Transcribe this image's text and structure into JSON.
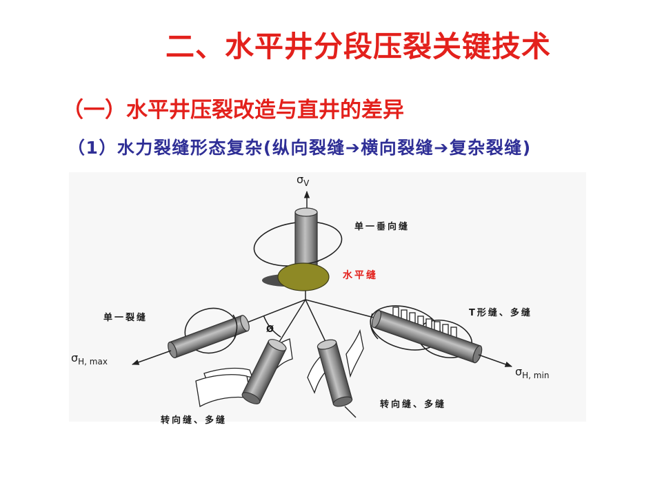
{
  "slide": {
    "title": "二、水平井分段压裂关键技术",
    "subtitle": "（一）水平井压裂改造与直井的差异",
    "point": "（1）水力裂缝形态复杂(纵向裂缝➔横向裂缝➔复杂裂缝)"
  },
  "diagram": {
    "labels": {
      "vertical_single": "单一垂向缝",
      "horizontal": "水平缝",
      "single": "单一裂缝",
      "t_shape_multi": "T形缝、多缝",
      "turning_multi_left": "转向缝、多缝",
      "turning_multi_right": "转向缝、多缝",
      "angle": "Ø"
    },
    "stress": {
      "vertical": {
        "symbol": "σ",
        "sub": "V"
      },
      "h_max": {
        "symbol": "σ",
        "sub": "H, max"
      },
      "h_min": {
        "symbol": "σ",
        "sub": "H, min"
      }
    }
  },
  "colors": {
    "title_red": "#e3211c",
    "point_blue": "#2f2f96",
    "horizontal_fracture_olive": "#8e8925"
  }
}
